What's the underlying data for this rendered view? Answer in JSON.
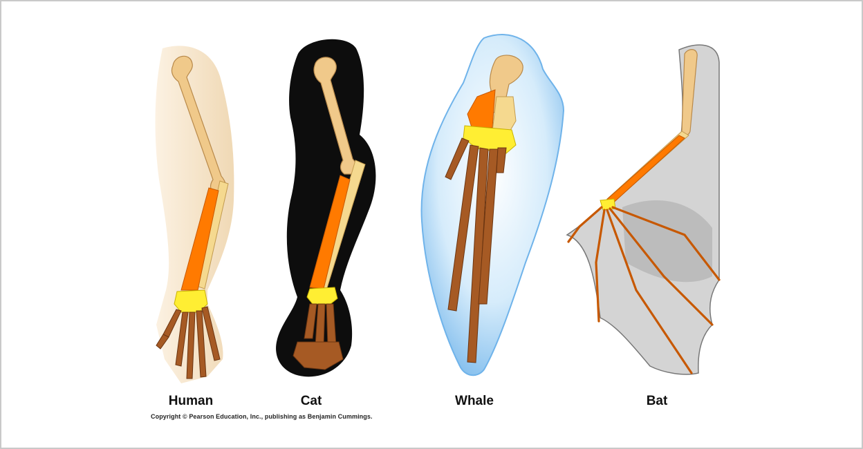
{
  "figure": {
    "labels": {
      "human": "Human",
      "cat": "Cat",
      "whale": "Whale",
      "bat": "Bat"
    },
    "copyright": "Copyright © Pearson Education, Inc., publishing as Benjamin Cummings."
  },
  "colors": {
    "humerus": "#f0c98a",
    "radius": "#f5d98f",
    "ulna": "#ff7a00",
    "carpals": "#ffee33",
    "metacarpals_phalanges": "#a65a24",
    "human_skin": "#f3dcb4",
    "cat_fur": "#0d0d0d",
    "whale_flipper": "#8ec5ef",
    "bat_membrane": "#cfcfcf",
    "frame_border": "#c9c9c9"
  }
}
